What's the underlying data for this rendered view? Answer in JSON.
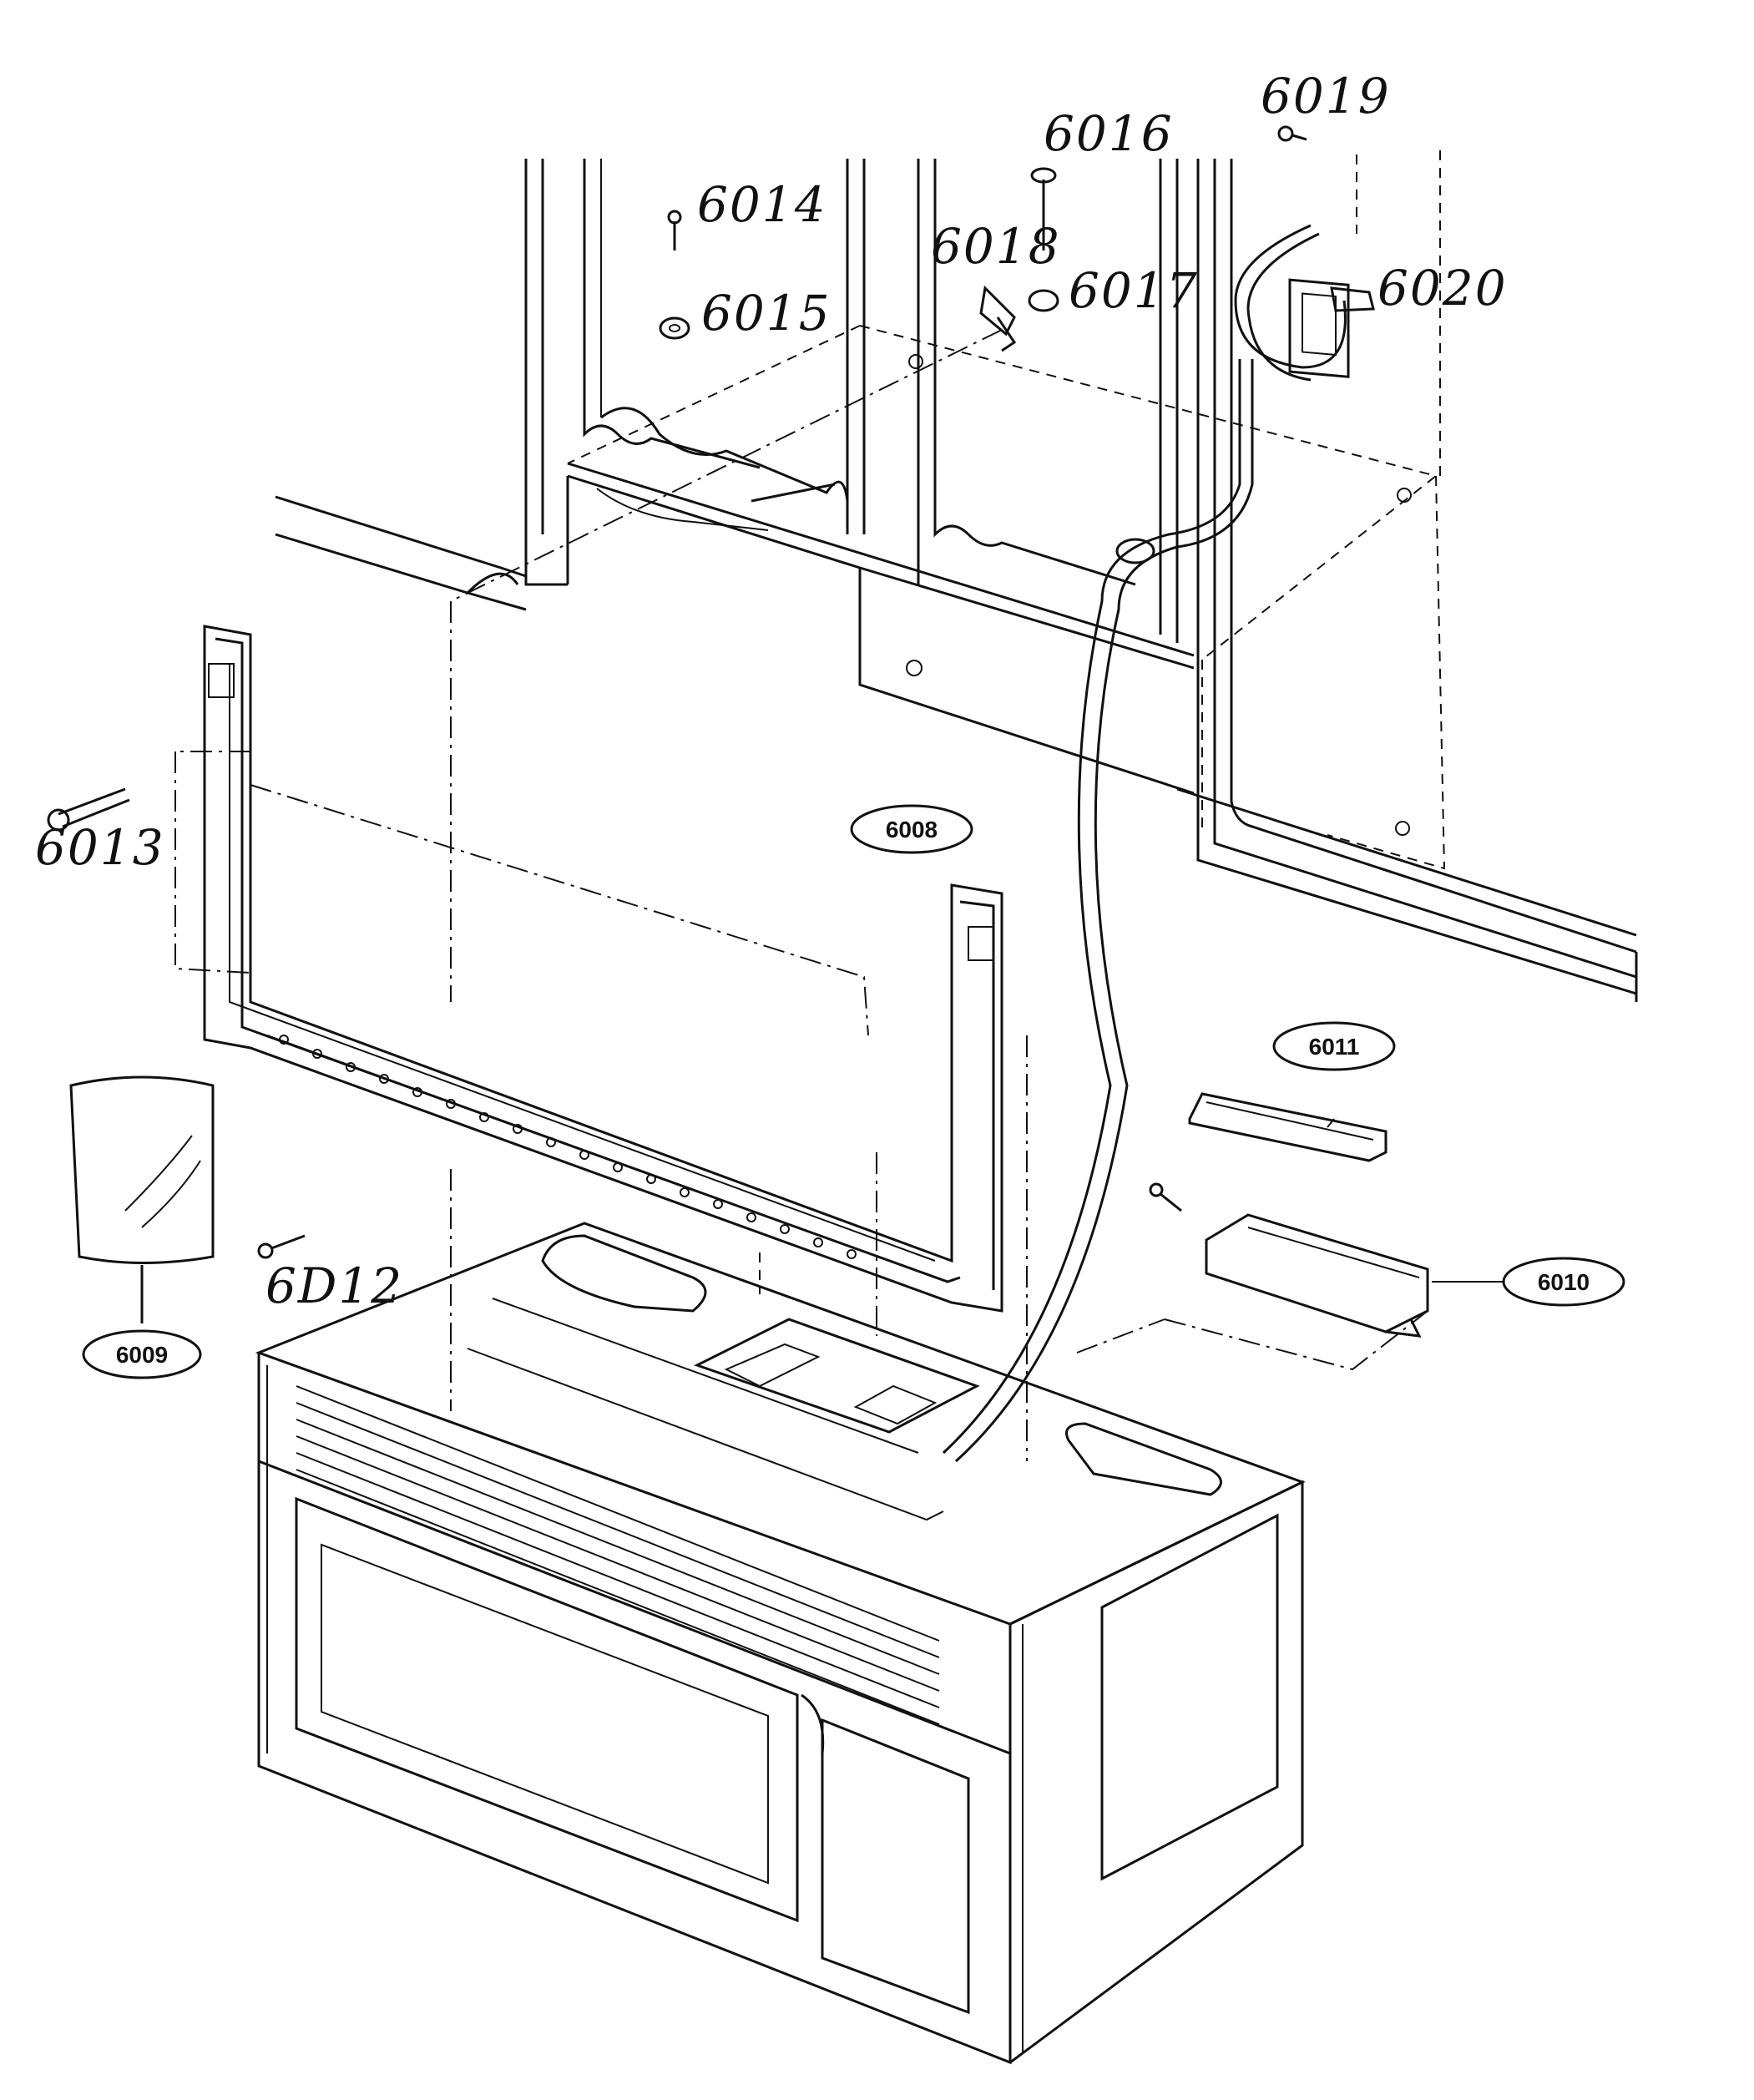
{
  "parts": {
    "p6008": "6008",
    "p6009": "6009",
    "p6010": "6010",
    "p6011": "6011",
    "p6012": "6D12",
    "p6013": "6013",
    "p6014": "6014",
    "p6015": "6015",
    "p6016": "6016",
    "p6017": "6017",
    "p6018": "6018",
    "p6019": "6019",
    "p6020": "6020"
  }
}
